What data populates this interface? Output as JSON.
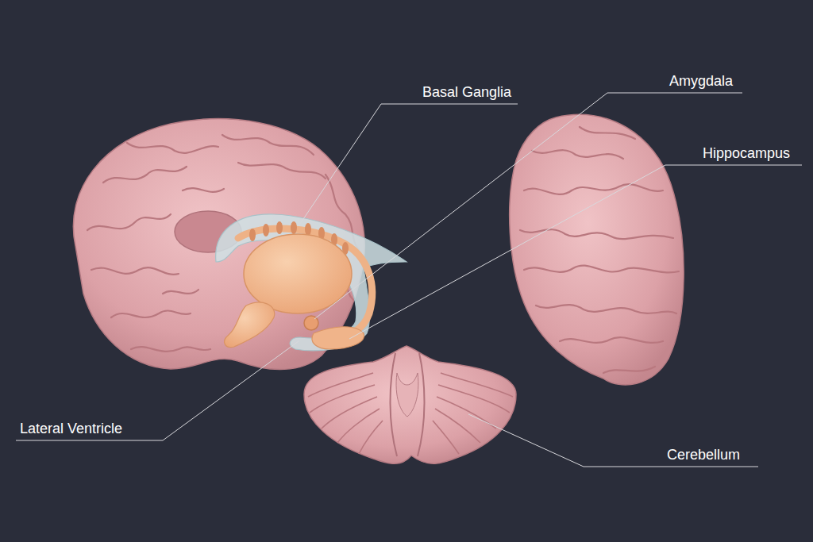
{
  "diagram": {
    "labels": [
      "Basal Ganglia",
      "Amygdala",
      "Hippocampus",
      "Lateral Ventricle",
      "Cerebellum"
    ]
  }
}
